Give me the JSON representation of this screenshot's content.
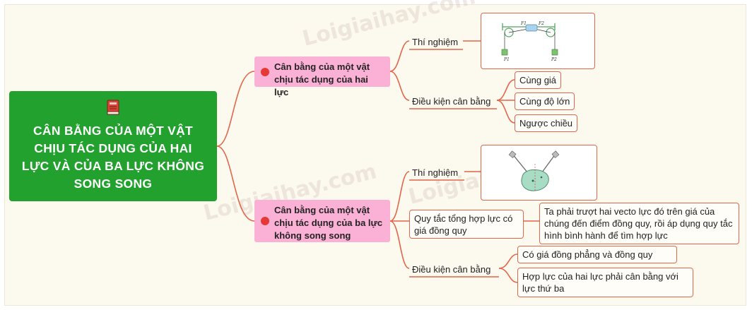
{
  "root": {
    "title": "CÂN BẰNG CỦA MỘT VẬT CHỊU TÁC DỤNG CỦA HAI LỰC VÀ CỦA BA LỰC KHÔNG SONG SONG",
    "icon": "book-icon"
  },
  "branch1": {
    "title": "Cân bằng của một vật chịu tác dụng của hai lực",
    "experiment_label": "Thí nghiệm",
    "experiment_image_labels": [
      "F1",
      "F2",
      "P1",
      "P2"
    ],
    "condition_label": "Điều kiện cân bằng",
    "conditions": [
      "Cùng giá",
      "Cùng độ lớn",
      "Ngược chiều"
    ]
  },
  "branch2": {
    "title": "Cân bằng của một vật chịu tác dụng của ba lực không song song",
    "experiment_label": "Thí nghiệm",
    "rule_label": "Quy tắc tổng hợp lực có giá đồng quy",
    "rule_text": "Ta phải trượt hai vecto lực đó trên giá của chúng đến điểm đồng quy, rồi áp dụng quy tắc hình bình hành để tìm hợp lực",
    "condition_label": "Điều kiện cân bằng",
    "conditions": [
      "Có giá đồng phẳng và đồng quy",
      "Hợp lực của hai lực phải cân bằng với lực thứ ba"
    ]
  },
  "watermark": "Loigiaihay.com",
  "colors": {
    "root_bg": "#22a12e",
    "branch_bg": "#fbb1d6",
    "branch_dot": "#e53935",
    "connector": "#e2664a",
    "canvas_bg": "#fcf9ef"
  }
}
